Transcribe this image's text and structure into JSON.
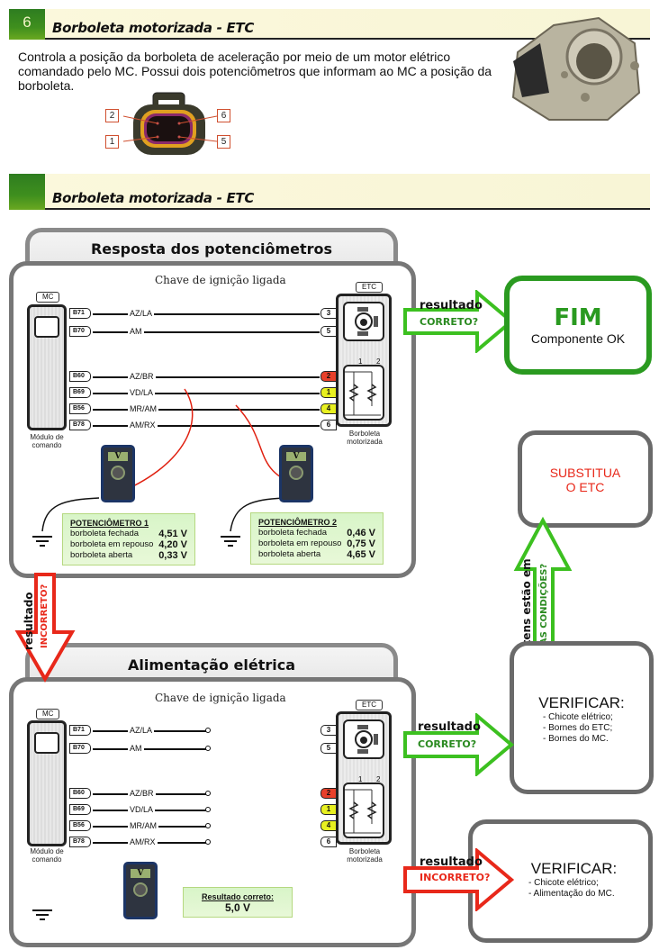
{
  "section1": {
    "number": "6",
    "title": "Borboleta motorizada - ETC",
    "description": "Controla a posição da borboleta de aceleração por meio de um motor elétrico comandado pelo MC. Possui dois potenciômetros que informam ao MC a posição da borboleta.",
    "connector_pins": [
      "2",
      "6",
      "1",
      "5"
    ]
  },
  "section2": {
    "title": "Borboleta motorizada - ETC"
  },
  "panel1": {
    "title": "Resposta dos potenciômetros",
    "subtitle": "Chave de ignição ligada",
    "mc_tag": "MC",
    "mc_caption": "Módulo de comando",
    "etc_tag": "ETC",
    "etc_caption": "Borboleta motorizada",
    "wires": [
      {
        "pin": "B71",
        "color": "AZ/LA",
        "etc_pin": "3"
      },
      {
        "pin": "B70",
        "color": "AM",
        "etc_pin": "5"
      },
      {
        "pin": "B60",
        "color": "AZ/BR",
        "etc_pin": "2"
      },
      {
        "pin": "B69",
        "color": "VD/LA",
        "etc_pin": "1"
      },
      {
        "pin": "B56",
        "color": "MR/AM",
        "etc_pin": "4"
      },
      {
        "pin": "B78",
        "color": "AM/RX",
        "etc_pin": "6"
      }
    ],
    "pot_labels": [
      "1",
      "2"
    ],
    "meter_symbol": "V",
    "pot1": {
      "header": "POTENCIÔMETRO 1",
      "rows": [
        {
          "label": "borboleta fechada",
          "value": "4,51 V"
        },
        {
          "label": "borboleta em repouso",
          "value": "4,20 V"
        },
        {
          "label": "borboleta aberta",
          "value": "0,33 V"
        }
      ]
    },
    "pot2": {
      "header": "POTENCIÔMETRO 2",
      "rows": [
        {
          "label": "borboleta fechada",
          "value": "0,46 V"
        },
        {
          "label": "borboleta em repouso",
          "value": "0,75 V"
        },
        {
          "label": "borboleta aberta",
          "value": "4,65 V"
        }
      ]
    }
  },
  "panel2": {
    "title": "Alimentação elétrica",
    "subtitle": "Chave de ignição ligada",
    "mc_tag": "MC",
    "mc_caption": "Módulo de comando",
    "etc_tag": "ETC",
    "etc_caption": "Borboleta motorizada",
    "wires": [
      {
        "pin": "B71",
        "color": "AZ/LA",
        "etc_pin": "3"
      },
      {
        "pin": "B70",
        "color": "AM",
        "etc_pin": "5"
      },
      {
        "pin": "B60",
        "color": "AZ/BR",
        "etc_pin": "2"
      },
      {
        "pin": "B69",
        "color": "VD/LA",
        "etc_pin": "1"
      },
      {
        "pin": "B56",
        "color": "MR/AM",
        "etc_pin": "4"
      },
      {
        "pin": "B78",
        "color": "AM/RX",
        "etc_pin": "6"
      }
    ],
    "pot_labels": [
      "1",
      "2"
    ],
    "meter_symbol": "V",
    "result": {
      "header": "Resultado correto:",
      "value": "5,0 V"
    }
  },
  "flow": {
    "result_word": "resultado",
    "correct_q": "CORRETO?",
    "incorrect_q": "INCORRETO?",
    "fim": {
      "title": "FIM",
      "subtitle": "Componente OK"
    },
    "replace": {
      "line1": "SUBSTITUA",
      "line2": "O ETC"
    },
    "good_condition": {
      "line1": "os itens estão em",
      "line2": "BOAS CONDIÇÕES?"
    },
    "verify1": {
      "title": "VERIFICAR:",
      "items": [
        "- Chicote elétrico;",
        "- Bornes do ETC;",
        "- Bornes do MC."
      ]
    },
    "verify2": {
      "title": "VERIFICAR:",
      "items": [
        "- Chicote elétrico;",
        "- Alimentação do MC."
      ]
    }
  },
  "colors": {
    "green": "#2a9a20",
    "red": "#e8281a",
    "pin_red": "#e8402a",
    "pin_yellow": "#e8f020"
  }
}
